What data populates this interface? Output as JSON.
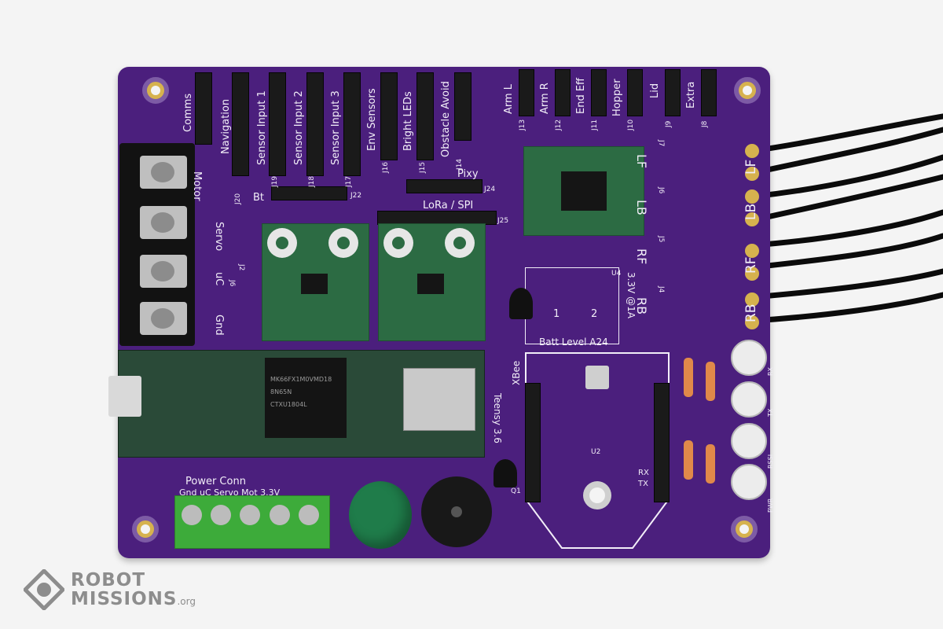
{
  "labels": {
    "comms": "Comms",
    "navigation": "Navigation",
    "sensor1": "Sensor Input 1",
    "sensor2": "Sensor Input 2",
    "sensor3": "Sensor Input 3",
    "env": "Env Sensors",
    "bright": "Bright LEDs",
    "obstacle": "Obstacle Avoid",
    "arm_l": "Arm L",
    "arm_r": "Arm R",
    "end_eff": "End Eff",
    "hopper": "Hopper",
    "lid": "Lid",
    "extra": "Extra",
    "j13": "J13",
    "j12": "J12",
    "j11": "J11",
    "j10": "J10",
    "j9": "J9",
    "j8": "J8",
    "j20": "J20",
    "j19": "J19",
    "j18": "J18",
    "j17": "J17",
    "j16": "J16",
    "j15": "J15",
    "j14": "J14",
    "bt": "Bt",
    "j22": "J22",
    "pixy": "Pixy",
    "j24": "J24",
    "lora_spi": "LoRa / SPI",
    "j25": "J25",
    "motor": "Motor",
    "servo": "Servo",
    "uc": "uC",
    "gnd": "Gnd",
    "lf1": "LF",
    "lb1": "LB",
    "rf1": "RF",
    "rb1": "RB",
    "lf2": "LF",
    "lb2": "LB",
    "rf2": "RF",
    "rb2": "RB",
    "j7": "J7",
    "j6": "J6",
    "j5": "J5",
    "j4": "J4",
    "u4": "U4",
    "v33": "3.3V @1A",
    "batt": "Batt Level A24",
    "one": "1",
    "two": "2",
    "xbee": "XBee",
    "u2": "U2",
    "rx_xbee": "RX",
    "tx_xbee": "TX",
    "teensy": "Teensy 3.6",
    "q1": "Q1",
    "led_rx": "RX",
    "led_tx": "TX",
    "led_rssi": "RSSI",
    "led_pwr": "PWR",
    "power_conn": "Power Conn",
    "power_pins": "Gnd uC Servo Mot 3.3V",
    "j2": "J2",
    "j6b": "J6",
    "chip1": "MK66FX1M0VMD18",
    "chip2": "8N65N",
    "chip3": "CTXU1804L"
  },
  "watermark": {
    "line1": "ROBOT",
    "line2": "MISSIONS",
    "suffix": ".org"
  }
}
